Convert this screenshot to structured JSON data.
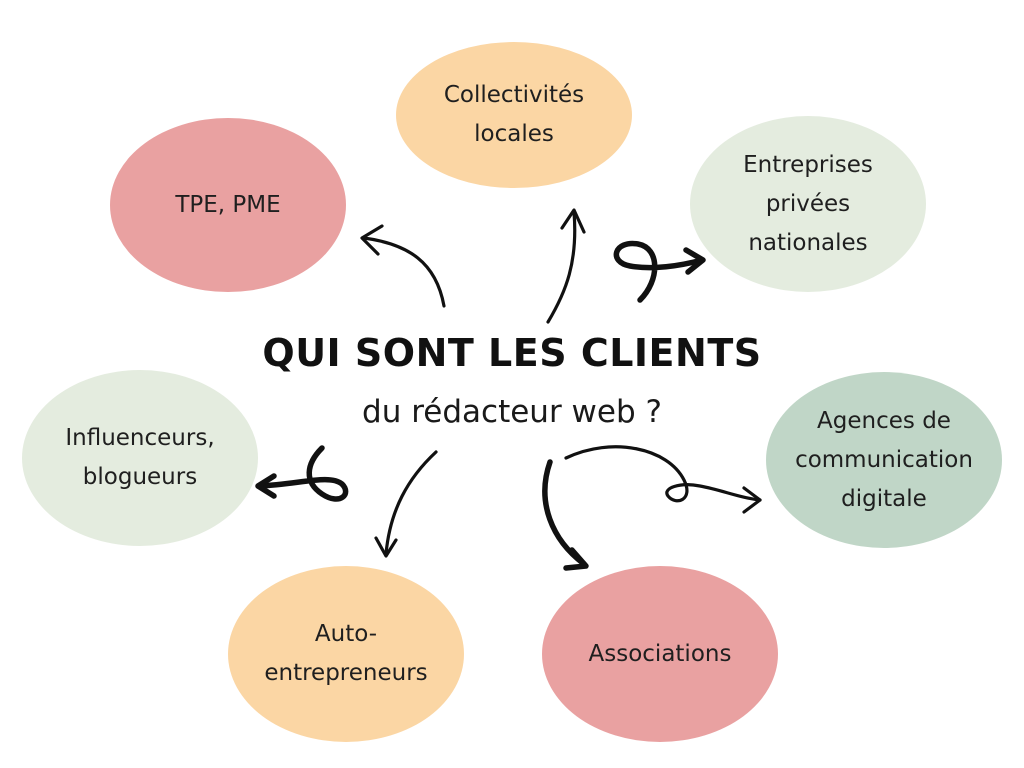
{
  "title": "QUI SONT LES CLIENTS",
  "subtitle": "du rédacteur web ?",
  "nodes": [
    {
      "id": "collectivites",
      "label": "Collectivités\nlocales",
      "color": "#fbd6a4"
    },
    {
      "id": "tpe-pme",
      "label": "TPE, PME",
      "color": "#e9a1a1"
    },
    {
      "id": "entreprises",
      "label": "Entreprises\nprivées\nnationales",
      "color": "#e4ecdf"
    },
    {
      "id": "influenceurs",
      "label": "Influenceurs,\nblogueurs",
      "color": "#e4ecdf"
    },
    {
      "id": "agences",
      "label": "Agences de\ncommunication\ndigitale",
      "color": "#c0d6c7"
    },
    {
      "id": "auto-entrepreneurs",
      "label": "Auto-\nentrepreneurs",
      "color": "#fbd6a4"
    },
    {
      "id": "associations",
      "label": "Associations",
      "color": "#e9a1a1"
    }
  ]
}
